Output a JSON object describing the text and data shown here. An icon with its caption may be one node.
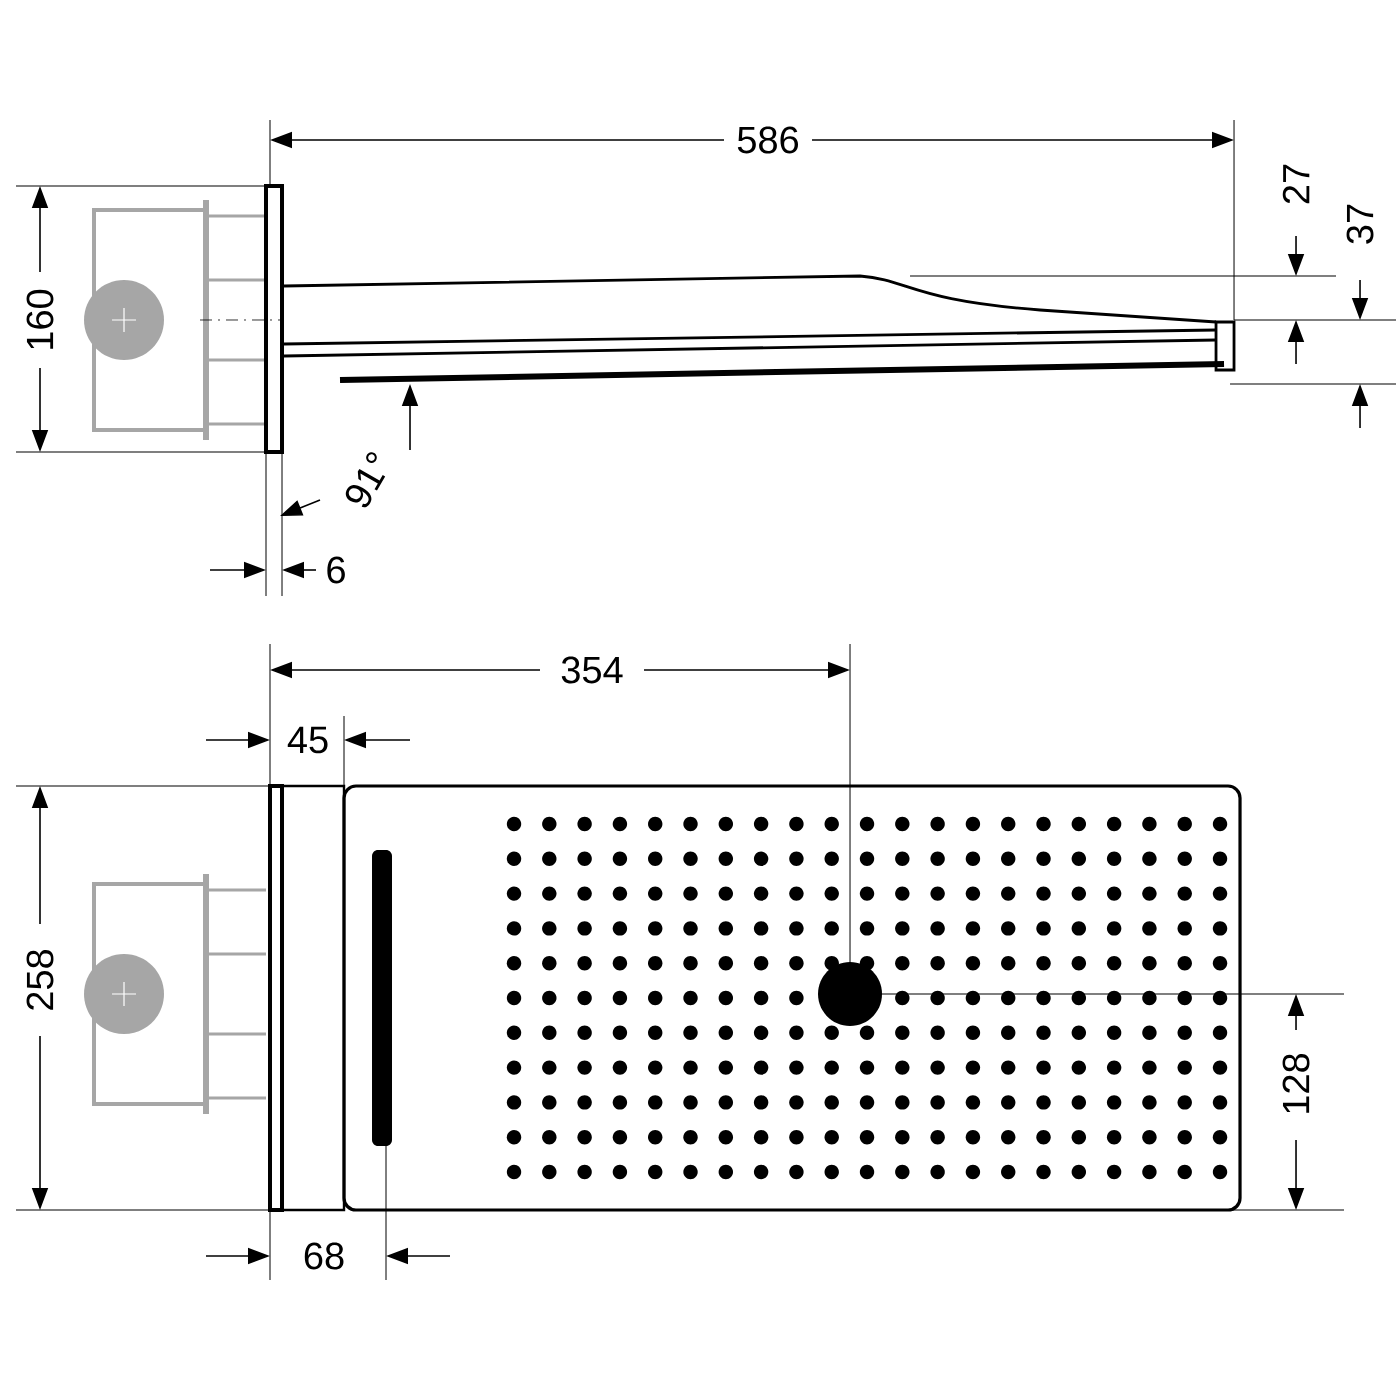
{
  "diagram": {
    "labels": [
      "586",
      "27",
      "37",
      "160",
      "91°",
      "6",
      "354",
      "45",
      "258",
      "128",
      "68"
    ]
  }
}
